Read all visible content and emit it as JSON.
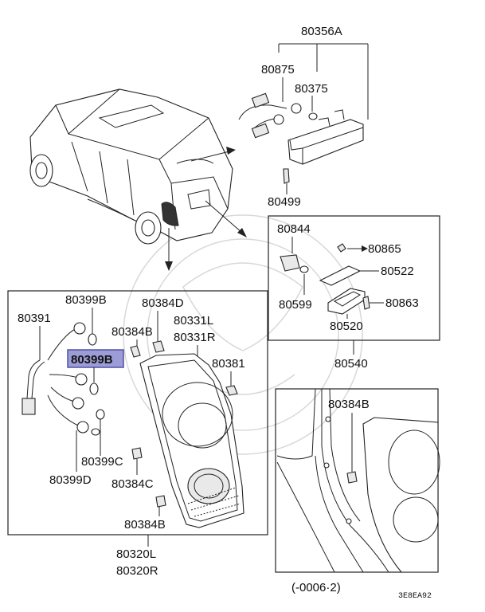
{
  "labels": {
    "p80356A": "80356A",
    "p80875": "80875",
    "p80375": "80375",
    "p80499": "80499",
    "p80844": "80844",
    "p80865": "80865",
    "p80522": "80522",
    "p80599": "80599",
    "p80863": "80863",
    "p80520": "80520",
    "p80540": "80540",
    "p80399B_top": "80399B",
    "p80384D": "80384D",
    "p80391": "80391",
    "p80384B_a": "80384B",
    "p80331L": "80331L",
    "p80331R": "80331R",
    "p80399B_hl": "80399B",
    "p80381": "80381",
    "p80399C": "80399C",
    "p80399D": "80399D",
    "p80384C": "80384C",
    "p80384B_b": "80384B",
    "p80320L": "80320L",
    "p80320R": "80320R",
    "p80384B_detail": "80384B"
  },
  "footnote": "(-0006·2)",
  "diagram_code": "3E8EA92",
  "colors": {
    "highlight_fill": "#9c9cd6",
    "highlight_stroke": "#5050a8",
    "line": "#222222"
  }
}
